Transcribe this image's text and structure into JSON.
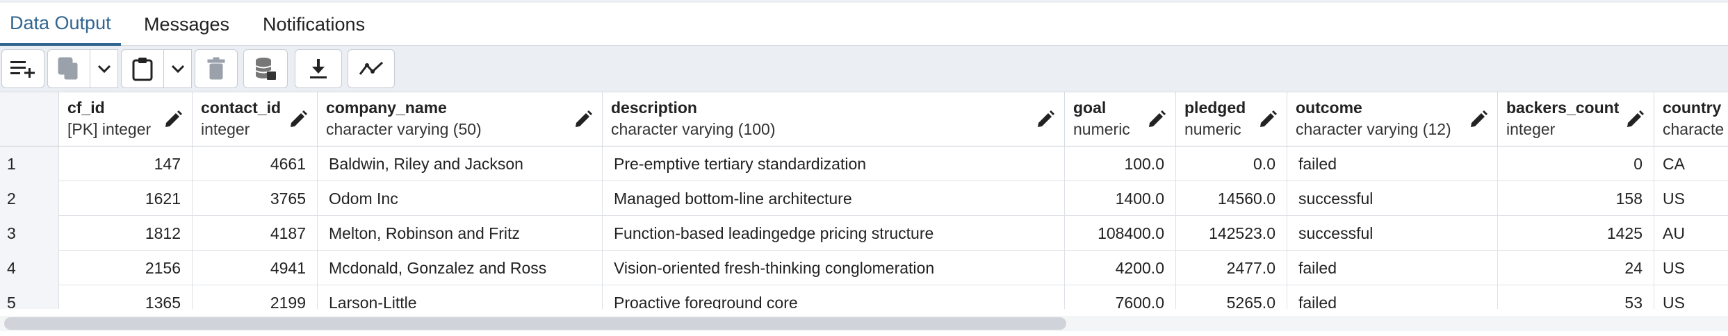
{
  "tabs": [
    {
      "label": "Data Output",
      "active": true
    },
    {
      "label": "Messages",
      "active": false
    },
    {
      "label": "Notifications",
      "active": false
    }
  ],
  "toolbar": {
    "buttons": [
      "add-row-icon",
      "copy-icon",
      "chevron-down-icon",
      "paste-icon",
      "chevron-down-icon",
      "delete-icon",
      "save-data-icon",
      "download-icon",
      "graph-visualiser-icon"
    ]
  },
  "columns": [
    {
      "name": "cf_id",
      "type": "[PK] integer"
    },
    {
      "name": "contact_id",
      "type": "integer"
    },
    {
      "name": "company_name",
      "type": "character varying (50)"
    },
    {
      "name": "description",
      "type": "character varying (100)"
    },
    {
      "name": "goal",
      "type": "numeric"
    },
    {
      "name": "pledged",
      "type": "numeric"
    },
    {
      "name": "outcome",
      "type": "character varying (12)"
    },
    {
      "name": "backers_count",
      "type": "integer"
    },
    {
      "name": "country",
      "type": "characte"
    }
  ],
  "rows": [
    {
      "n": "1",
      "cells": [
        "147",
        "4661",
        "Baldwin, Riley and Jackson",
        "Pre-emptive tertiary standardization",
        "100.0",
        "0.0",
        "failed",
        "0",
        "CA"
      ]
    },
    {
      "n": "2",
      "cells": [
        "1621",
        "3765",
        "Odom Inc",
        "Managed bottom-line architecture",
        "1400.0",
        "14560.0",
        "successful",
        "158",
        "US"
      ]
    },
    {
      "n": "3",
      "cells": [
        "1812",
        "4187",
        "Melton, Robinson and Fritz",
        "Function-based leadingedge pricing structure",
        "108400.0",
        "142523.0",
        "successful",
        "1425",
        "AU"
      ]
    },
    {
      "n": "4",
      "cells": [
        "2156",
        "4941",
        "Mcdonald, Gonzalez and Ross",
        "Vision-oriented fresh-thinking conglomeration",
        "4200.0",
        "2477.0",
        "failed",
        "24",
        "US"
      ]
    },
    {
      "n": "5",
      "cells": [
        "1365",
        "2199",
        "Larson-Little",
        "Proactive foreground core",
        "7600.0",
        "5265.0",
        "failed",
        "53",
        "US"
      ]
    }
  ],
  "colors": {
    "accent": "#326690",
    "toolbar_bg": "#ebeef3",
    "border": "#d6dbe2"
  }
}
